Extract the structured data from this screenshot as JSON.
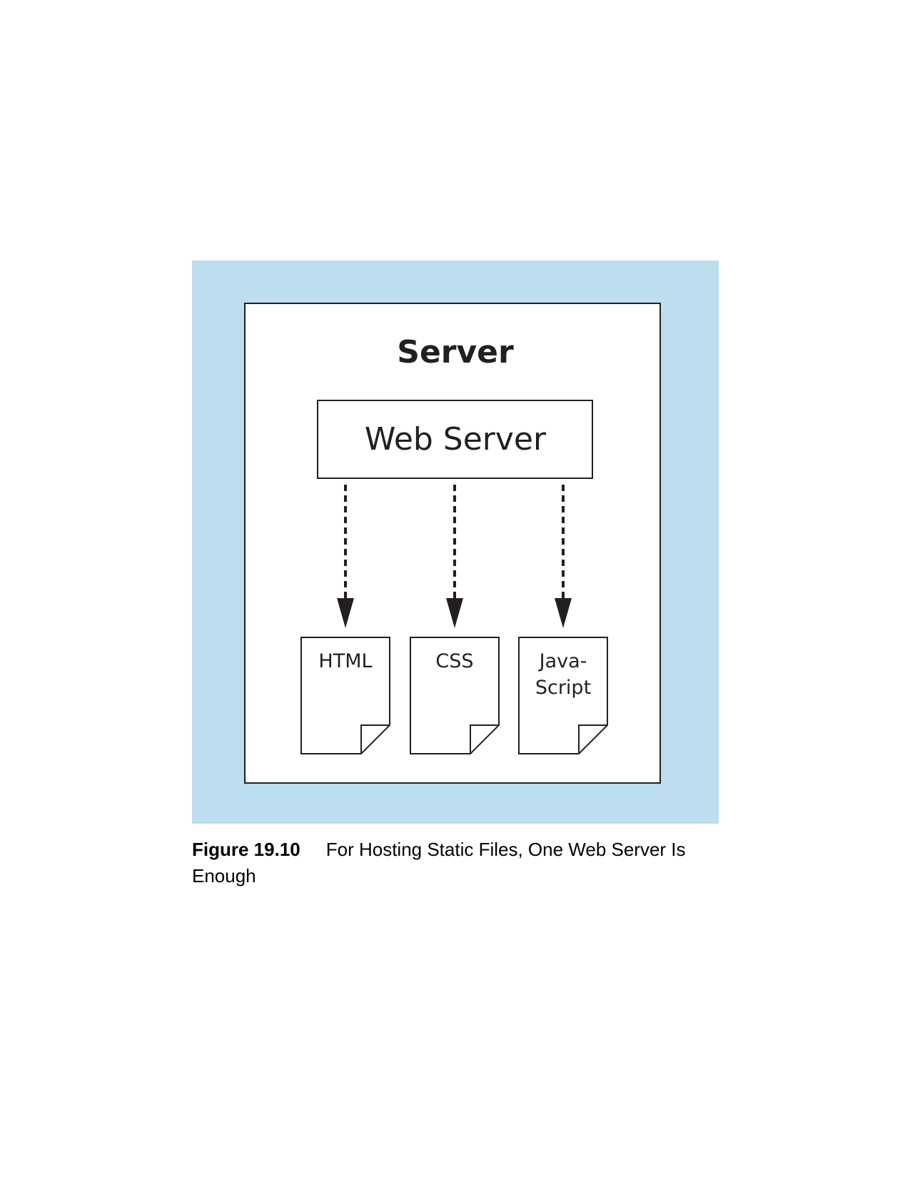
{
  "diagram": {
    "server_label": "Server",
    "web_server_label": "Web Server",
    "files": [
      {
        "lines": [
          "HTML"
        ]
      },
      {
        "lines": [
          "CSS"
        ]
      },
      {
        "lines": [
          "Java-",
          "Script"
        ]
      }
    ],
    "colors": {
      "panel_background": "#bcdeee",
      "stroke": "#231f20",
      "box_fill": "#ffffff"
    }
  },
  "caption": {
    "number": "Figure 19.10",
    "text": "For Hosting Static Files, One Web Server Is Enough"
  }
}
